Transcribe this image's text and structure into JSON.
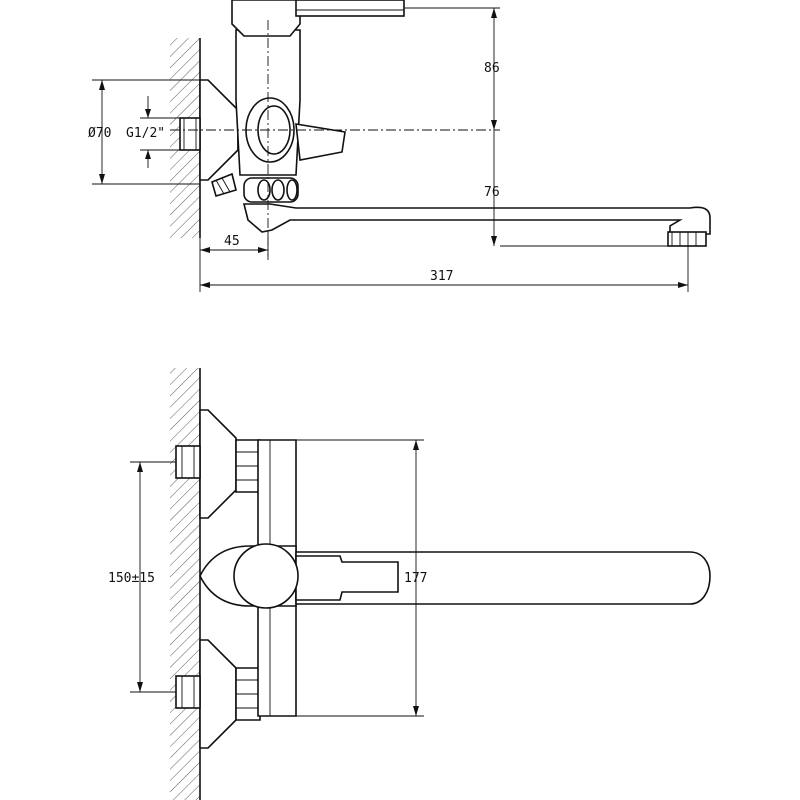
{
  "side_view": {
    "dim_height": "86",
    "dim_diameter": "Ø70",
    "dim_thread": "G1/2\"",
    "dim_spout_height": "76",
    "dim_wall_offset": "45",
    "dim_total_length": "317"
  },
  "front_view": {
    "dim_centers": "150±15",
    "dim_width": "177"
  }
}
